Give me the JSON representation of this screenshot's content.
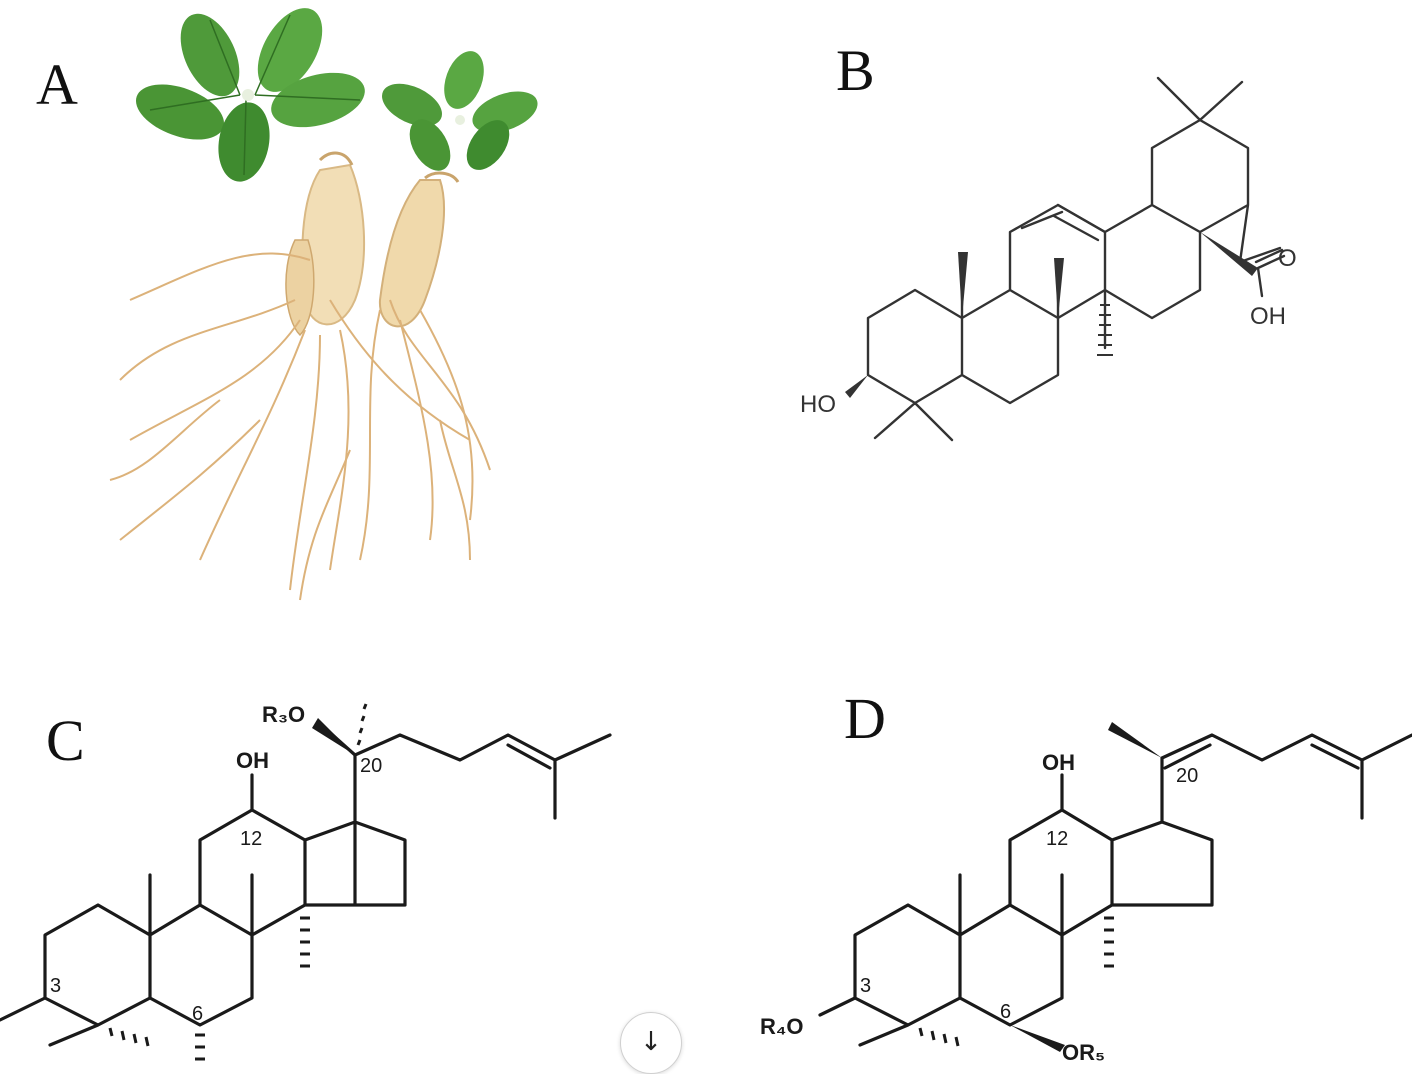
{
  "panels": {
    "a": {
      "letter": "A"
    },
    "b": {
      "letter": "B",
      "labels": {
        "ho": "HO",
        "oh": "OH",
        "o": "O"
      }
    },
    "c": {
      "letter": "C",
      "labels": {
        "r3o": "R₃O",
        "oh": "OH",
        "n20": "20",
        "n12": "12",
        "n3": "3",
        "n6": "6"
      }
    },
    "d": {
      "letter": "D",
      "labels": {
        "oh": "OH",
        "n20": "20",
        "n12": "12",
        "n3": "3",
        "n6": "6",
        "r4o": "R₄O",
        "or5": "OR₅"
      }
    }
  },
  "scroll_button": {
    "icon": "arrow-down-icon",
    "glyph": "↓"
  }
}
